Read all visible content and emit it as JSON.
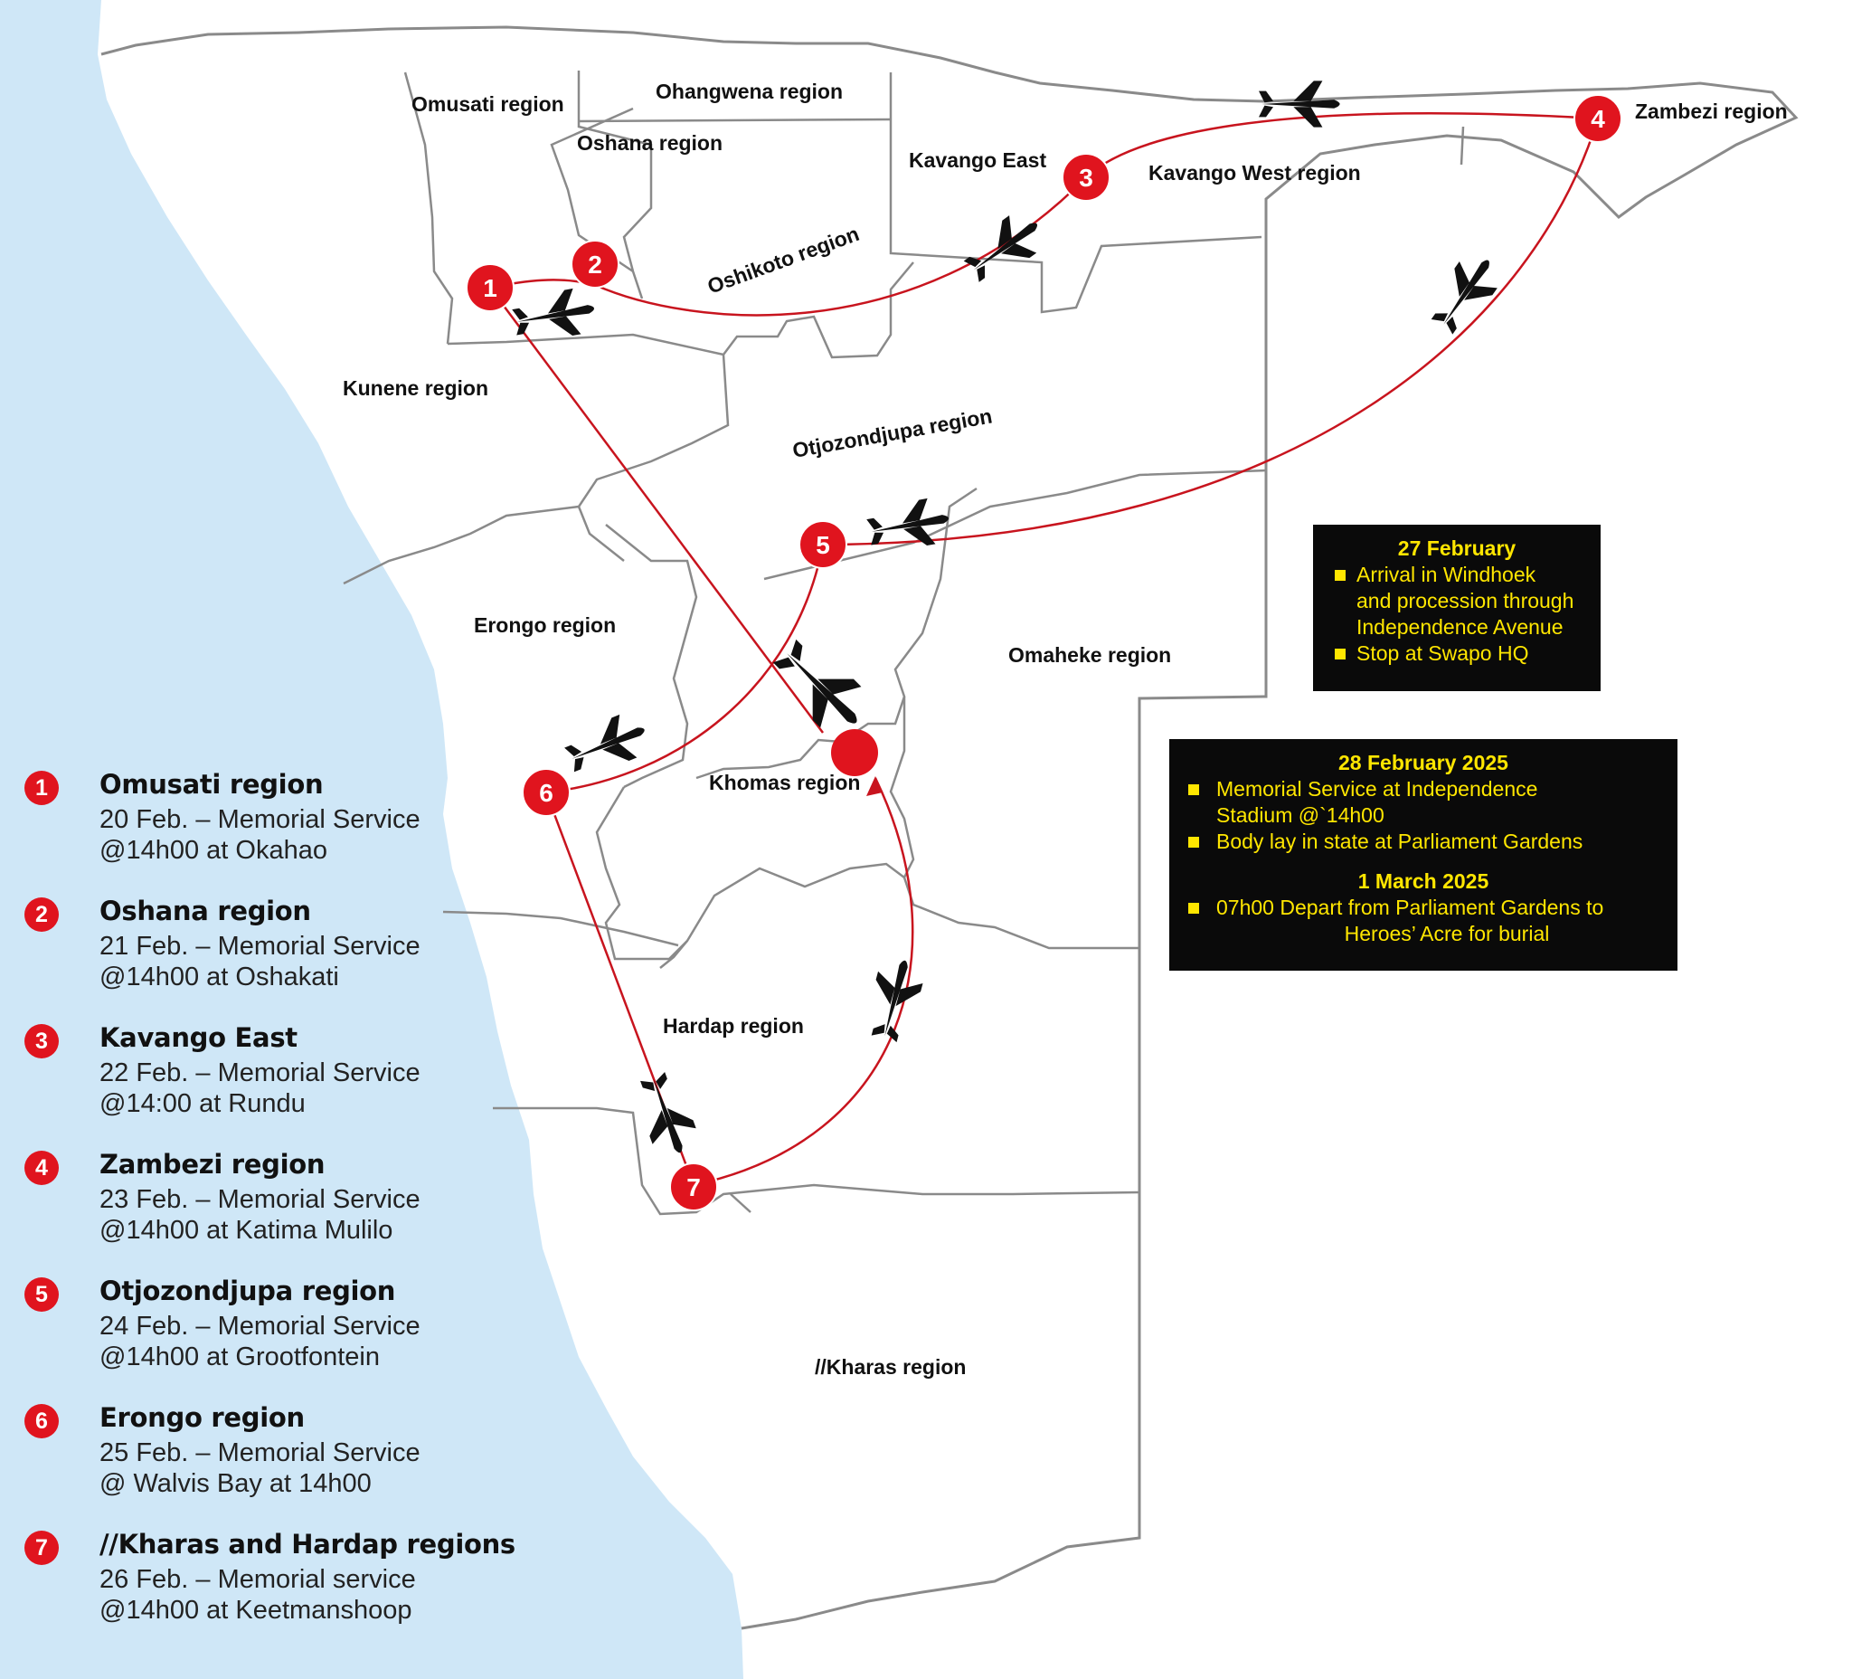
{
  "colors": {
    "ocean": "#cfe7f7",
    "route": "#c8141e",
    "marker": "#e0141e",
    "box_bg": "#0a0a0a",
    "box_text": "#ffe600",
    "border": "#8a8a8a"
  },
  "regions": [
    {
      "name": "Omusati region"
    },
    {
      "name": "Ohangwena region"
    },
    {
      "name": "Oshana region"
    },
    {
      "name": "Kavango East"
    },
    {
      "name": "Kavango West region"
    },
    {
      "name": "Zambezi region"
    },
    {
      "name": "Oshikoto region"
    },
    {
      "name": "Kunene region"
    },
    {
      "name": "Otjozondjupa region"
    },
    {
      "name": "Erongo region"
    },
    {
      "name": "Omaheke region"
    },
    {
      "name": "Khomas region"
    },
    {
      "name": "Hardap region"
    },
    {
      "name": "//Kharas region"
    }
  ],
  "stops": [
    "1",
    "2",
    "3",
    "4",
    "5",
    "6",
    "7"
  ],
  "legend": [
    {
      "num": "1",
      "title": "Omusati region",
      "line1": "20 Feb. – Memorial Service",
      "line2": "@14h00 at Okahao"
    },
    {
      "num": "2",
      "title": "Oshana region",
      "line1": "21 Feb. – Memorial Service",
      "line2": "@14h00 at Oshakati"
    },
    {
      "num": "3",
      "title": "Kavango East",
      "line1": "22 Feb. – Memorial Service",
      "line2": "@14:00 at Rundu"
    },
    {
      "num": "4",
      "title": "Zambezi region",
      "line1": "23 Feb. – Memorial Service",
      "line2": "@14h00 at Katima Mulilo"
    },
    {
      "num": "5",
      "title": "Otjozondjupa region",
      "line1": "24 Feb. – Memorial Service",
      "line2": "@14h00 at Grootfontein"
    },
    {
      "num": "6",
      "title": "Erongo region",
      "line1": "25 Feb. – Memorial Service",
      "line2": "@ Walvis Bay at 14h00"
    },
    {
      "num": "7",
      "title": "//Kharas and Hardap regions",
      "line1": "26 Feb. – Memorial service",
      "line2": "@14h00 at Keetmanshoop"
    }
  ],
  "box1": {
    "date": "27 February",
    "items": [
      [
        "Arrival in Windhoek",
        "and procession through",
        "Independence Avenue"
      ],
      [
        "Stop at Swapo HQ"
      ]
    ]
  },
  "box2": {
    "date1": "28 February 2025",
    "items1": [
      [
        "Memorial Service at Independence",
        "Stadium @`14h00"
      ],
      [
        "Body lay in state at Parliament Gardens"
      ]
    ],
    "date2": "1 March 2025",
    "items2": [
      [
        "07h00 Depart from Parliament Gardens to",
        "Heroes’ Acre for burial"
      ]
    ]
  }
}
